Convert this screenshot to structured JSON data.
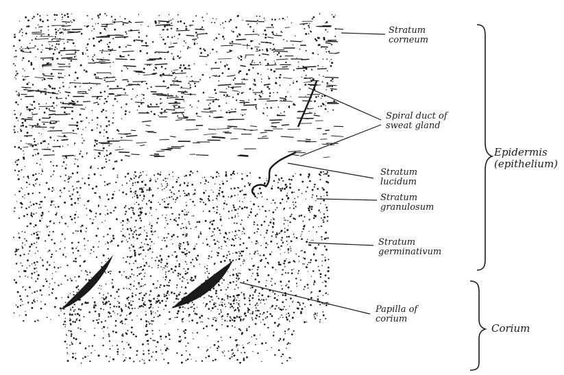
{
  "labels": {
    "stratum_corneum": [
      "Stratum",
      "corneum"
    ],
    "spiral_duct": [
      "Spiral duct of",
      "sweat gland"
    ],
    "stratum_lucidum": [
      "Stratum",
      "lucidum"
    ],
    "stratum_granulosum": [
      "Stratum",
      "granulosum"
    ],
    "stratum_germinativum": [
      "Stratum",
      "germinativum"
    ],
    "papilla": [
      "Papilla of",
      "corium"
    ],
    "epidermis": [
      "Epidermis",
      "(epithelium)"
    ],
    "corium": "Corium"
  },
  "colors": {
    "ink": "#1a1a1a",
    "paper": "#ffffff"
  }
}
